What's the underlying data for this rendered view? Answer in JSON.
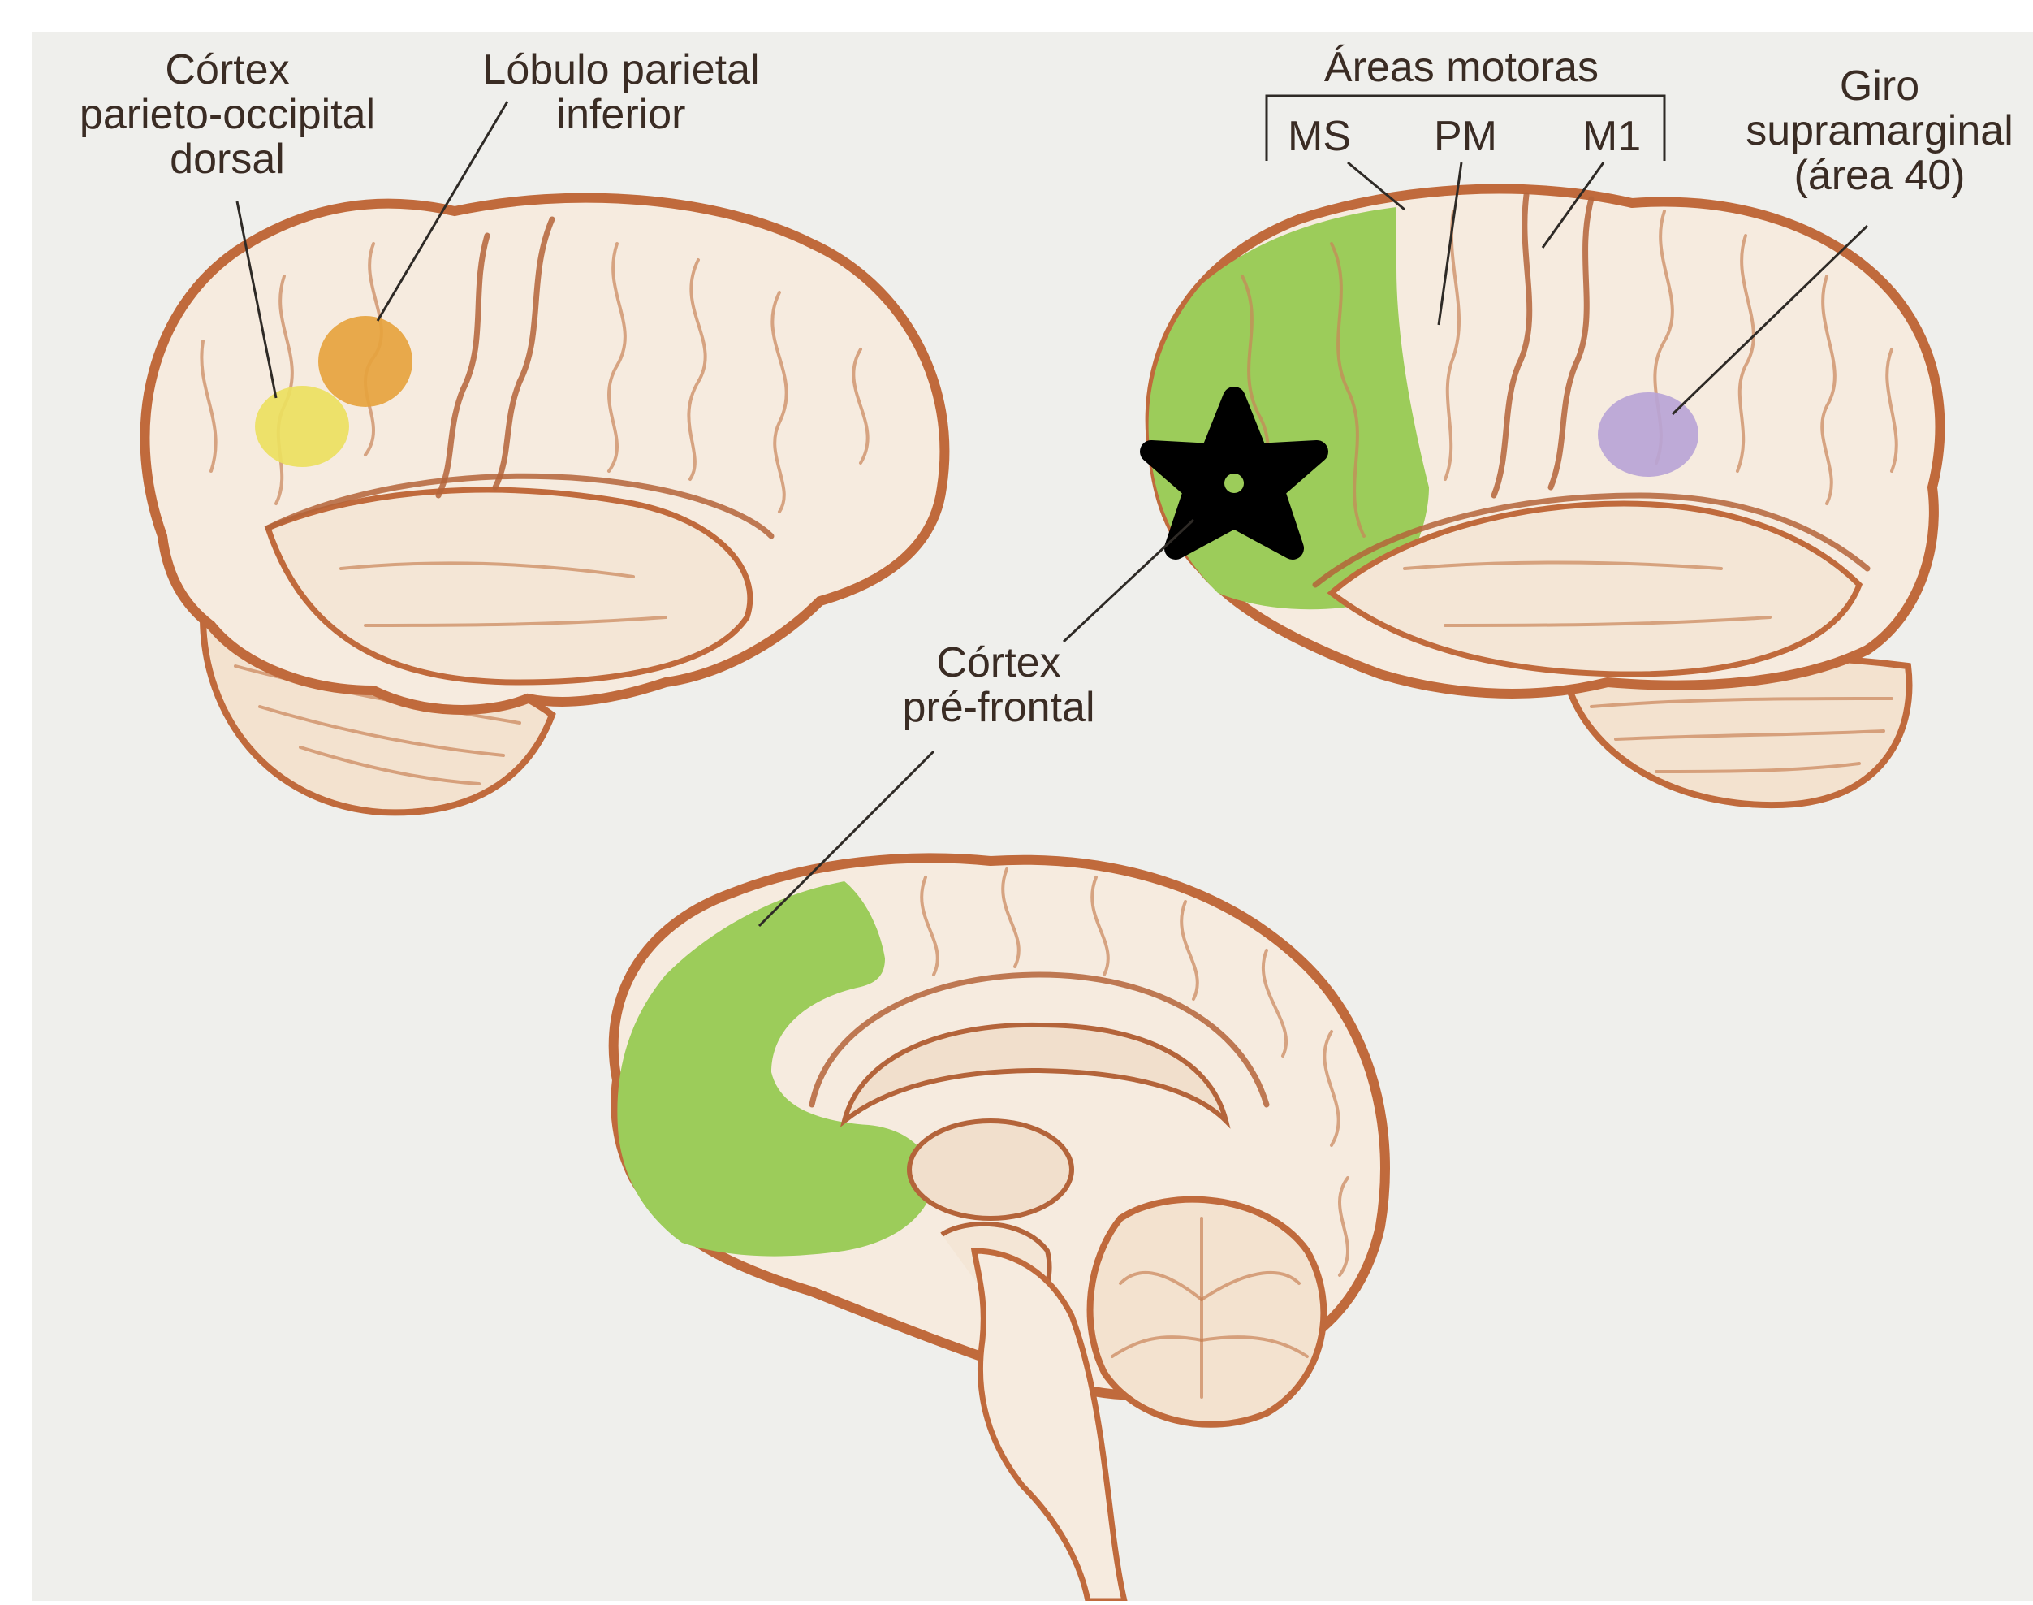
{
  "labels": {
    "cortex_po_dorsal": [
      "Córtex",
      "parieto-occipital",
      "dorsal"
    ],
    "lobulo_parietal": [
      "Lóbulo parietal",
      "inferior"
    ],
    "areas_motoras": "Áreas motoras",
    "ms": "MS",
    "pm": "PM",
    "m1": "M1",
    "giro_supramarginal": [
      "Giro",
      "supramarginal",
      "(área 40)"
    ],
    "cortex_prefrontal": [
      "Córtex",
      "pré-frontal"
    ]
  },
  "colors": {
    "background": "#efefec",
    "brain_fill": "#f6ebdf",
    "brain_outline": "#c06a3c",
    "prefrontal": "#9ccc5a",
    "parieto_occipital": "#ece060",
    "inferior_parietal": "#e6a33e",
    "supramarginal": "#b9a4d6",
    "star": "#000000"
  }
}
